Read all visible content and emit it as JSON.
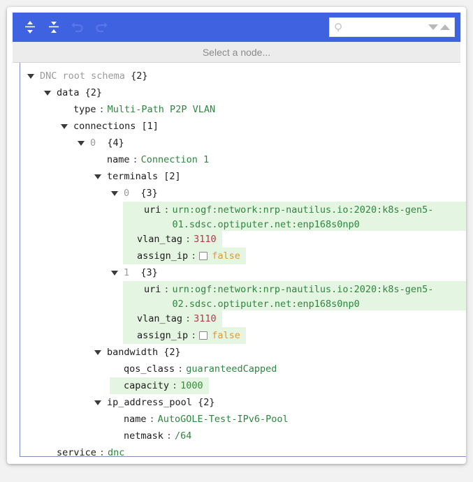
{
  "window": {
    "background": "#f2f2f2",
    "card_background": "#ffffff"
  },
  "toolbar": {
    "background": "#3f62e0",
    "buttons": [
      {
        "name": "expand-all-icon",
        "label": "Expand all",
        "enabled": true
      },
      {
        "name": "collapse-all-icon",
        "label": "Collapse all",
        "enabled": true
      },
      {
        "name": "undo-icon",
        "label": "Undo",
        "enabled": false
      },
      {
        "name": "redo-icon",
        "label": "Redo",
        "enabled": false
      }
    ],
    "search": {
      "value": "",
      "placeholder": "",
      "icon": "search-icon",
      "next_icon": "triangle-down-icon",
      "prev_icon": "triangle-up-icon"
    }
  },
  "node_bar": {
    "text": "Select a node..."
  },
  "tree": {
    "root": {
      "key": "DNC root schema",
      "count": "{2}"
    },
    "data": {
      "key": "data",
      "count": "{2}"
    },
    "type": {
      "key": "type",
      "value": "Multi-Path P2P VLAN"
    },
    "connections": {
      "key": "connections",
      "count": "[1]"
    },
    "connection_0": {
      "index": "0",
      "count": "{4}"
    },
    "connection_name": {
      "key": "name",
      "value": "Connection 1"
    },
    "terminals": {
      "key": "terminals",
      "count": "[2]"
    },
    "terminal_0": {
      "index": "0",
      "count": "{3}",
      "uri": {
        "key": "uri",
        "value": "urn:ogf:network:nrp-nautilus.io:2020:k8s-gen5-\n01.sdsc.optiputer.net:enp168s0np0"
      },
      "vlan_tag": {
        "key": "vlan_tag",
        "value": "3110"
      },
      "assign_ip": {
        "key": "assign_ip",
        "value": "false",
        "checked": false
      }
    },
    "terminal_1": {
      "index": "1",
      "count": "{3}",
      "uri": {
        "key": "uri",
        "value": "urn:ogf:network:nrp-nautilus.io:2020:k8s-gen5-\n02.sdsc.optiputer.net:enp168s0np0"
      },
      "vlan_tag": {
        "key": "vlan_tag",
        "value": "3110"
      },
      "assign_ip": {
        "key": "assign_ip",
        "value": "false",
        "checked": false
      }
    },
    "bandwidth": {
      "key": "bandwidth",
      "count": "{2}",
      "qos_class": {
        "key": "qos_class",
        "value": "guaranteedCapped"
      },
      "capacity": {
        "key": "capacity",
        "value": "1000"
      }
    },
    "ip_address_pool": {
      "key": "ip_address_pool",
      "count": "{2}",
      "name": {
        "key": "name",
        "value": "AutoGOLE-Test-IPv6-Pool"
      },
      "netmask": {
        "key": "netmask",
        "value": "/64"
      }
    },
    "service": {
      "key": "service",
      "value": "dnc"
    }
  },
  "colors": {
    "accent": "#3f62e0",
    "highlight": "#e4f5e1",
    "string_value": "#2e8540",
    "number_value": "#c4314b",
    "boolean_value": "#e8972a",
    "panel_border": "#7b8fb8"
  }
}
